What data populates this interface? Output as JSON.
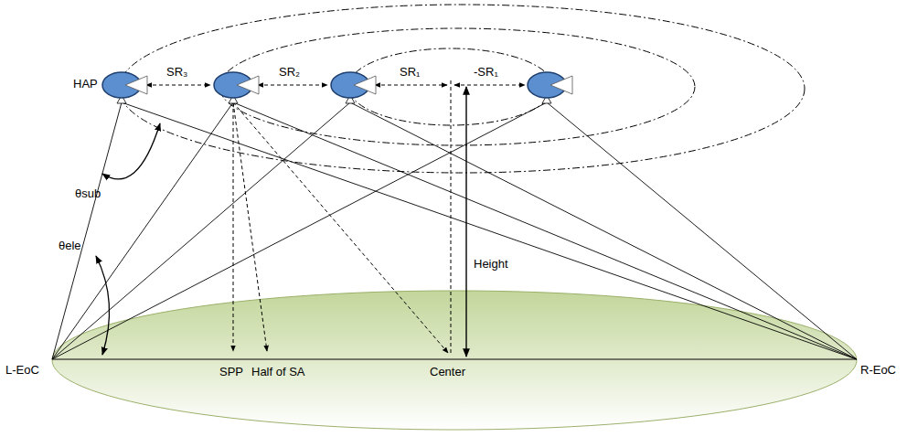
{
  "diagram": {
    "labels": [
      "HAP",
      "SR₃",
      "SR₂",
      "SR₁",
      "-SR₁",
      "θsub",
      "θele",
      "Height",
      "L-EoC",
      "SPP",
      "Half of SA",
      "Center",
      "R-EoC"
    ]
  }
}
